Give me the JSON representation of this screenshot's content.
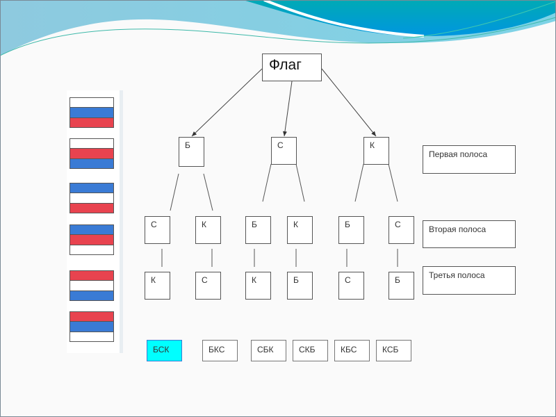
{
  "colors": {
    "white": "#ffffff",
    "blue": "#3a7bd5",
    "red": "#e8434f",
    "selected": "#00ffff"
  },
  "title": "Флаг",
  "level1": [
    "Б",
    "С",
    "К"
  ],
  "level2": [
    "С",
    "К",
    "Б",
    "К",
    "Б",
    "С"
  ],
  "level3": [
    "К",
    "С",
    "К",
    "Б",
    "С",
    "Б"
  ],
  "row_labels": [
    "Первая полоса",
    "Вторая полоса",
    "Третья полоса"
  ],
  "results": [
    {
      "label": "БСК",
      "selected": true
    },
    {
      "label": "БКС",
      "selected": false
    },
    {
      "label": "СБК",
      "selected": false
    },
    {
      "label": "СКБ",
      "selected": false
    },
    {
      "label": "КБС",
      "selected": false
    },
    {
      "label": "КСБ",
      "selected": false
    }
  ],
  "flags": [
    [
      "white",
      "blue",
      "red"
    ],
    [
      "white",
      "red",
      "blue"
    ],
    [
      "blue",
      "white",
      "red"
    ],
    [
      "blue",
      "red",
      "white"
    ],
    [
      "red",
      "white",
      "blue"
    ],
    [
      "red",
      "blue",
      "white"
    ]
  ]
}
